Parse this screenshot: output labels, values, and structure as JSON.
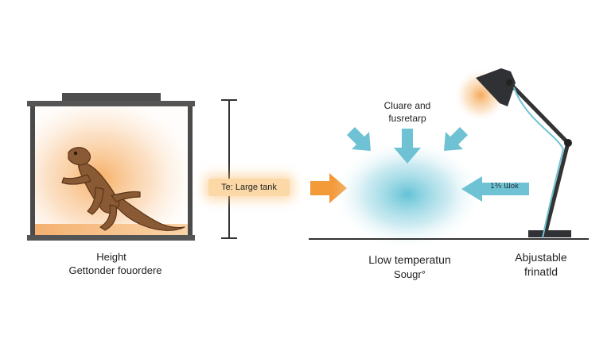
{
  "colors": {
    "heat_orange": "#f39a3a",
    "cool_blue": "#5bbfd4",
    "arrow_teal": "#6fc2d3",
    "frame_dark": "#4a4a4a",
    "lizard_brown": "#8a5a34"
  },
  "icons": [
    "terrarium-icon",
    "bearded-dragon-icon",
    "heat-lamp-icon",
    "arrow-right-icon",
    "arrow-down-icon",
    "arrow-left-icon"
  ],
  "enclosure": {
    "label_line1": "Height",
    "label_line2": "Gettonder fouordere",
    "tag": "Te: Large tank"
  },
  "cool_zone": {
    "top_label_line1": "Cluare and",
    "top_label_line2": "fusretarp",
    "bottom_label_line1": "Llow temperatun",
    "bottom_label_line2": "Sougr°",
    "distance_label": "1⅗ Ɯok"
  },
  "lamp": {
    "label_line1": "Abjustable",
    "label_line2": "frinatld"
  }
}
